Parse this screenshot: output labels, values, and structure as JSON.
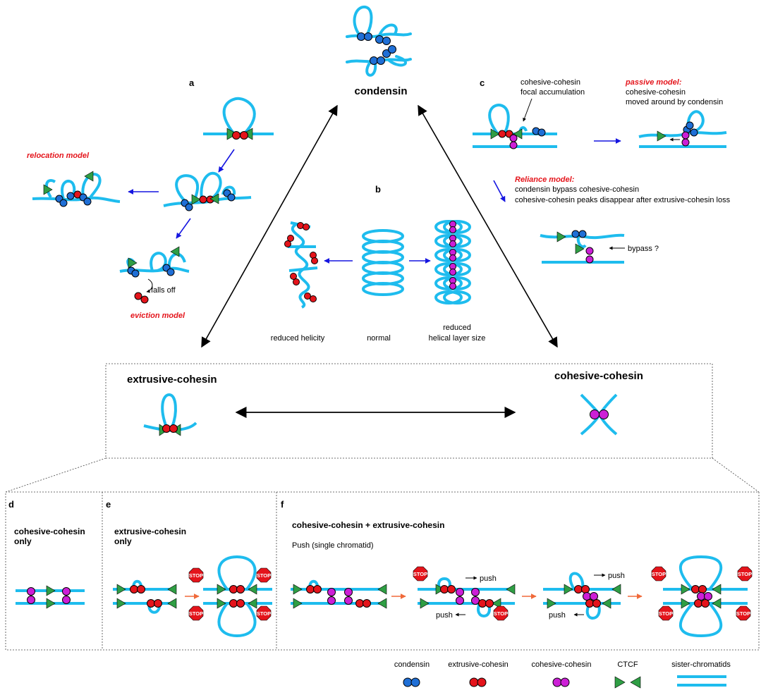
{
  "center": {
    "title": "condensin"
  },
  "panel_a": {
    "letter": "a",
    "relocation": "relocation model",
    "eviction": "eviction model",
    "falls_off": "falls off"
  },
  "panel_b": {
    "letter": "b",
    "reduced_helicity": "reduced helicity",
    "normal": "normal",
    "reduced_layer_1": "reduced",
    "reduced_layer_2": "helical layer size"
  },
  "panel_c": {
    "letter": "c",
    "focal_1": "cohesive-cohesin",
    "focal_2": "focal accumulation",
    "passive_title": "passive model:",
    "passive_1": "cohesive-cohesin",
    "passive_2": "moved around by condensin",
    "reliance_title": "Reliance model:",
    "reliance_1": "condensin bypass cohesive-cohesin",
    "reliance_2": "cohesive-cohesin peaks disappear after extrusive-cohesin loss",
    "bypass": "bypass ?"
  },
  "bottom_box": {
    "extrusive": "extrusive-cohesin",
    "cohesive": "cohesive-cohesin"
  },
  "panel_d": {
    "letter": "d",
    "title_1": "cohesive-cohesin",
    "title_2": "only"
  },
  "panel_e": {
    "letter": "e",
    "title_1": "extrusive-cohesin",
    "title_2": "only"
  },
  "panel_f": {
    "letter": "f",
    "title": "cohesive-cohesin + extrusive-cohesin",
    "subtitle": "Push (single chromatid)",
    "push": "push",
    "stop": "STOP"
  },
  "legend": {
    "condensin": "condensin",
    "extrusive": "extrusive-cohesin",
    "cohesive": "cohesive-cohesin",
    "ctcf": "CTCF",
    "sister": "sister-chromatids"
  },
  "colors": {
    "chromatid": "#1ebcee",
    "condensin": "#1f6fd6",
    "extrusive": "#e4141b",
    "cohesive": "#cc1fd6",
    "ctcf": "#2f9e44",
    "arrow_blue": "#1515e0",
    "arrow_orange": "#f06a3a"
  }
}
